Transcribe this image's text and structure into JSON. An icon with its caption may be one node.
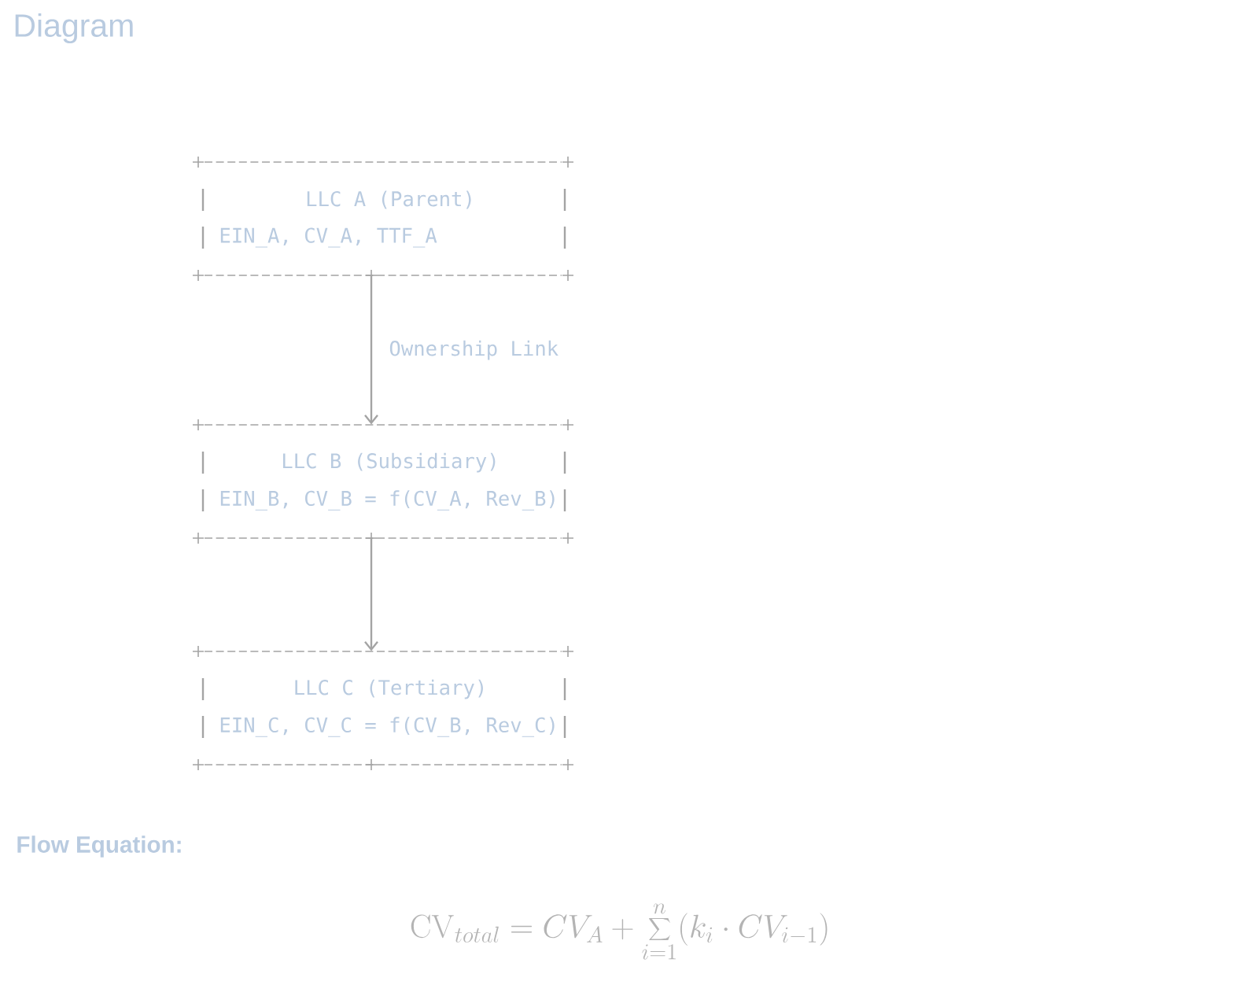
{
  "diagram": {
    "title": "Diagram",
    "nodes": [
      {
        "text": [
          "LLC A (Parent)",
          "EIN_A, CV_A, TTF_A"
        ]
      },
      {
        "text": [
          "LLC B (Subsidiary)",
          "EIN_B, CV_B = f(CV_A, Rev_B)"
        ]
      },
      {
        "text": [
          "LLC C (Tertiary)",
          "EIN_C, CV_C = f(CV_B, Rev_C)"
        ]
      }
    ],
    "edges": [
      {
        "from": 0,
        "to": 1,
        "arrow": "to",
        "label": "Ownership Link"
      },
      {
        "from": 1,
        "to": 2,
        "arrow": "to"
      }
    ],
    "labels": [
      "Flow Equation:",
      "\\mathrm{CV}_{total} = CV_A + \\sum_{i=1}^{n} (k_i \\cdot CV_{i-1})"
    ]
  }
}
